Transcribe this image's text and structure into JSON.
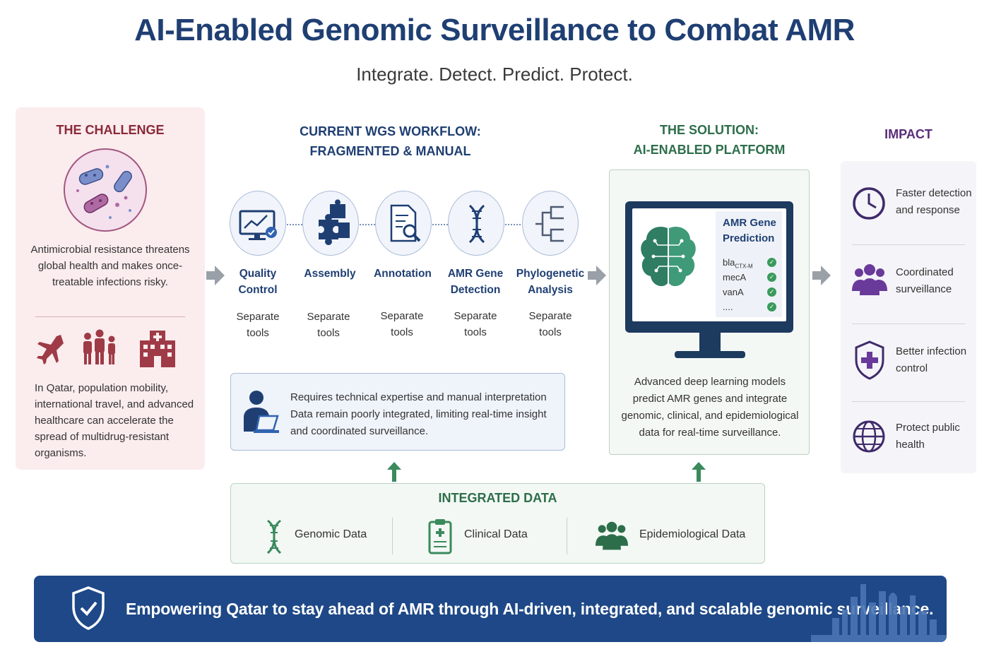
{
  "title": "AI-Enabled Genomic Surveillance to Combat AMR",
  "subtitle": "Integrate. Detect. Predict. Protect.",
  "challenge": {
    "heading": "THE CHALLENGE",
    "text1": "Antimicrobial resistance threatens global health and makes once-treatable infections risky.",
    "text2": "In Qatar, population mobility, international travel, and advanced healthcare can accelerate the spread of multidrug-resistant organisms."
  },
  "workflow": {
    "heading_line1": "CURRENT WGS WORKFLOW:",
    "heading_line2": "FRAGMENTED & MANUAL",
    "steps": [
      {
        "label_line1": "Quality",
        "label_line2": "Control",
        "sub_line1": "Separate",
        "sub_line2": "tools"
      },
      {
        "label_line1": "Assembly",
        "label_line2": "",
        "sub_line1": "Separate",
        "sub_line2": "tools"
      },
      {
        "label_line1": "Annotation",
        "label_line2": "",
        "sub_line1": "Separate",
        "sub_line2": "tools"
      },
      {
        "label_line1": "AMR Gene",
        "label_line2": "Detection",
        "sub_line1": "Separate",
        "sub_line2": "tools"
      },
      {
        "label_line1": "Phylogenetic",
        "label_line2": "Analysis",
        "sub_line1": "Separate",
        "sub_line2": "tools"
      }
    ],
    "requirements": [
      "Requires technical expertise and manual interpretation",
      "Data remain poorly integrated, limiting real-time insight",
      "and coordinated surveillance."
    ]
  },
  "solution": {
    "heading_line1": "THE SOLUTION:",
    "heading_line2": "AI-ENABLED PLATFORM",
    "panel_title_line1": "AMR Gene",
    "panel_title_line2": "Prediction",
    "genes": [
      {
        "name": "bla",
        "sub": "CTX-M"
      },
      {
        "name": "mecA",
        "sub": ""
      },
      {
        "name": "vanA",
        "sub": ""
      },
      {
        "name": "....",
        "sub": ""
      }
    ],
    "description": "Advanced deep learning models predict AMR genes and integrate genomic, clinical, and epidemiological data for real-time surveillance."
  },
  "impact": {
    "heading": "IMPACT",
    "items": [
      {
        "line1": "Faster detection",
        "line2": "and response",
        "icon": "clock-icon"
      },
      {
        "line1": "Coordinated",
        "line2": "surveillance",
        "icon": "people-icon"
      },
      {
        "line1": "Better infection",
        "line2": "control",
        "icon": "shield-plus-icon"
      },
      {
        "line1": "Protect public",
        "line2": "health",
        "icon": "globe-icon"
      }
    ]
  },
  "integrated": {
    "heading": "INTEGRATED DATA",
    "items": [
      {
        "label": "Genomic Data",
        "icon": "dna-icon"
      },
      {
        "label": "Clinical Data",
        "icon": "clipboard-icon"
      },
      {
        "label": "Epidemiological Data",
        "icon": "people-icon"
      }
    ]
  },
  "banner": {
    "text": "Empowering Qatar to stay ahead of AMR through AI-driven, integrated, and scalable genomic surveillance."
  },
  "colors": {
    "navy": "#1f3f73",
    "green": "#2d6e4a",
    "purple": "#5a2d7a",
    "maroon": "#8a2a38",
    "banner": "#1e4887"
  }
}
